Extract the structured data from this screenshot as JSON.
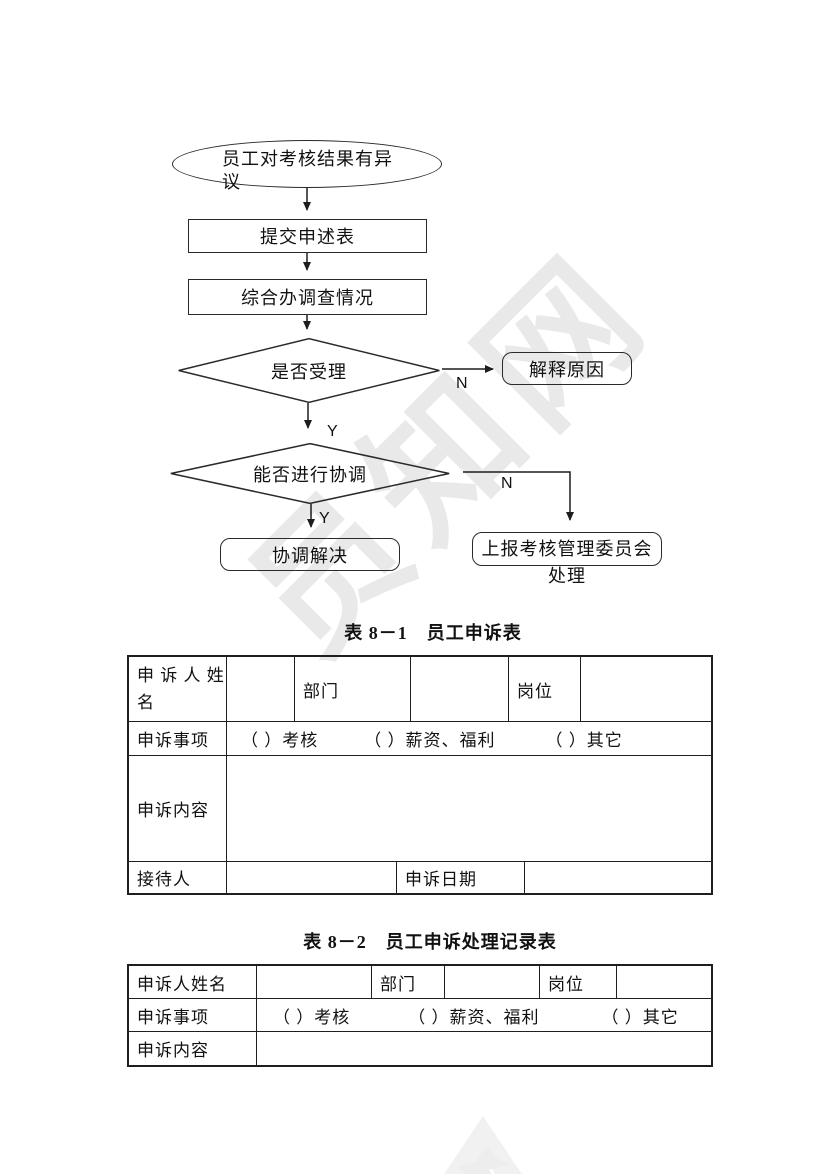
{
  "watermark": {
    "text": "员知网"
  },
  "flowchart": {
    "nodes": {
      "start": "员工对考核结果有异议",
      "submit": "提交申述表",
      "investigate": "综合办调查情况",
      "decision_accept": "是否受理",
      "explain": "解释原因",
      "decision_coordinate": "能否进行协调",
      "resolve": "协调解决",
      "report": "上报考核管理委员会处理"
    },
    "labels": {
      "n1": "N",
      "y1": "Y",
      "n2": "N",
      "y2": "Y"
    }
  },
  "table1": {
    "title": "表 8－1　员工申诉表",
    "name_label": "申 诉 人 姓 名",
    "dept_label": "部门",
    "post_label": "岗位",
    "matter_label": "申诉事项",
    "options": [
      "（ ）考核",
      "（ ）薪资、福利",
      "（ ）其它"
    ],
    "content_label": "申诉内容",
    "receiver_label": "接待人",
    "date_label": "申诉日期"
  },
  "table2": {
    "title": "表 8－2　员工申诉处理记录表",
    "name_label": "申诉人姓名",
    "dept_label": "部门",
    "post_label": "岗位",
    "matter_label": "申诉事项",
    "options": [
      "（ ）考核",
      "（ ）薪资、福利",
      "（ ）其它"
    ],
    "content_label": "申诉内容"
  }
}
